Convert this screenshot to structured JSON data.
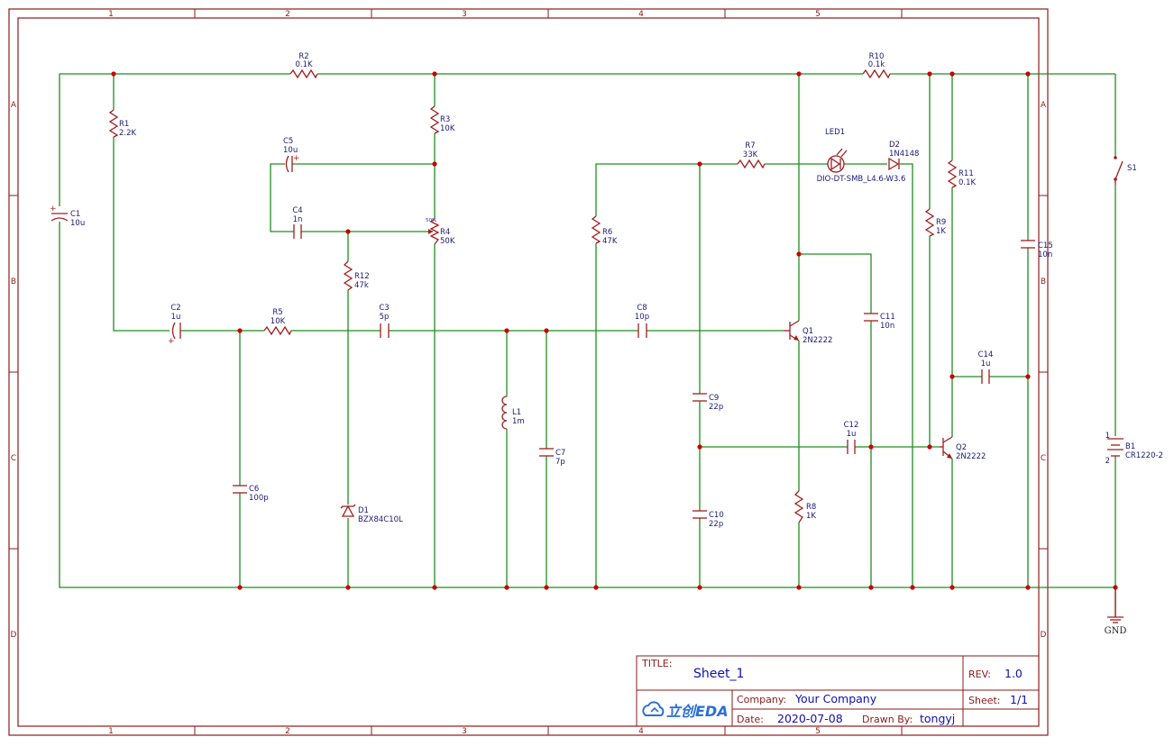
{
  "grid": {
    "columns": [
      "1",
      "2",
      "3",
      "4",
      "5"
    ],
    "rows": [
      "A",
      "B",
      "C",
      "D"
    ]
  },
  "components": {
    "R1": {
      "ref": "R1",
      "value": "2.2K"
    },
    "R2": {
      "ref": "R2",
      "value": "0.1K"
    },
    "R3": {
      "ref": "R3",
      "value": "10K"
    },
    "R4": {
      "ref": "R4",
      "value": "50K",
      "tag": "50%"
    },
    "R5": {
      "ref": "R5",
      "value": "10K"
    },
    "R6": {
      "ref": "R6",
      "value": "47K"
    },
    "R7": {
      "ref": "R7",
      "value": "33K"
    },
    "R8": {
      "ref": "R8",
      "value": "1K"
    },
    "R9": {
      "ref": "R9",
      "value": "1K"
    },
    "R10": {
      "ref": "R10",
      "value": "0.1k"
    },
    "R11": {
      "ref": "R11",
      "value": "0.1K"
    },
    "R12": {
      "ref": "R12",
      "value": "47k"
    },
    "C1": {
      "ref": "C1",
      "value": "10u"
    },
    "C2": {
      "ref": "C2",
      "value": "1u"
    },
    "C3": {
      "ref": "C3",
      "value": "5p"
    },
    "C4": {
      "ref": "C4",
      "value": "1n"
    },
    "C5": {
      "ref": "C5",
      "value": "10u"
    },
    "C6": {
      "ref": "C6",
      "value": "100p"
    },
    "C7": {
      "ref": "C7",
      "value": "7p"
    },
    "C8": {
      "ref": "C8",
      "value": "10p"
    },
    "C9": {
      "ref": "C9",
      "value": "22p"
    },
    "C10": {
      "ref": "C10",
      "value": "22p"
    },
    "C11": {
      "ref": "C11",
      "value": "10n"
    },
    "C12": {
      "ref": "C12",
      "value": "1u"
    },
    "C14": {
      "ref": "C14",
      "value": "1u"
    },
    "C15": {
      "ref": "C15",
      "value": "10n"
    },
    "L1": {
      "ref": "L1",
      "value": "1m"
    },
    "D1": {
      "ref": "D1",
      "value": "BZX84C10L"
    },
    "D2": {
      "ref": "D2",
      "value": "1N4148"
    },
    "LED1": {
      "ref": "LED1",
      "value": "DIO-DT-SMB_L4.6-W3.6"
    },
    "Q1": {
      "ref": "Q1",
      "value": "2N2222"
    },
    "Q2": {
      "ref": "Q2",
      "value": "2N2222"
    },
    "S1": {
      "ref": "S1"
    },
    "B1": {
      "ref": "B1",
      "value": "CR1220-2",
      "pin_pos": "1",
      "pin_neg": "2"
    },
    "GND": {
      "label": "GND"
    }
  },
  "title_block": {
    "title_label": "TITLE:",
    "title": "Sheet_1",
    "rev_label": "REV:",
    "rev": "1.0",
    "company_label": "Company:",
    "company": "Your Company",
    "sheet_label": "Sheet:",
    "sheet": "1/1",
    "date_label": "Date:",
    "date": "2020-07-08",
    "drawn_label": "Drawn By:",
    "drawn": "tongyj",
    "logo": "立创EDA"
  },
  "colors": {
    "frame": "#8b1a1a",
    "wire": "#1f8f1f",
    "part": "#a11d1d",
    "junction": "#c80000",
    "label": "#1a1a78",
    "title_value": "#1010b0",
    "logo": "#2a6fd6"
  }
}
